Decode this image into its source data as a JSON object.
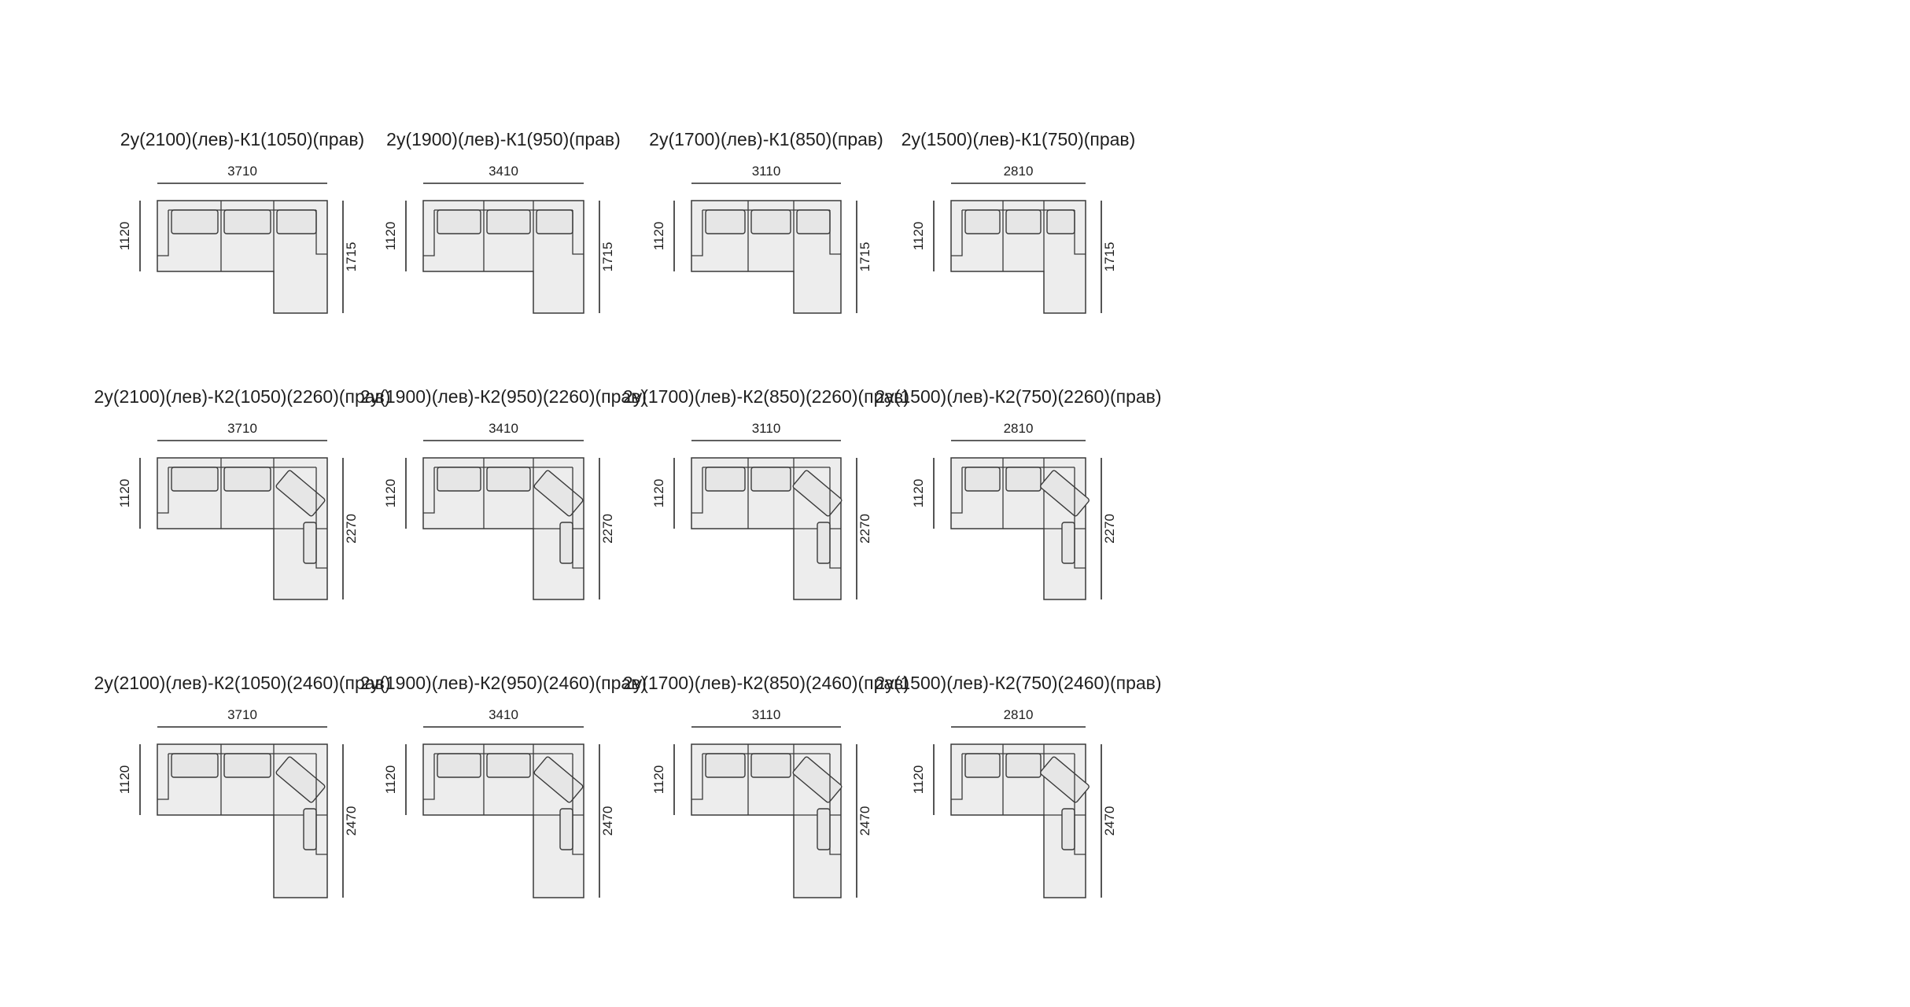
{
  "rows": [
    {
      "variant": "K1",
      "items": [
        {
          "title": "2у(2100)(лев)-К1(1050)(прав)",
          "width": "3710",
          "depth": "1120",
          "length": "1715"
        },
        {
          "title": "2у(1900)(лев)-К1(950)(прав)",
          "width": "3410",
          "depth": "1120",
          "length": "1715"
        },
        {
          "title": "2у(1700)(лев)-К1(850)(прав)",
          "width": "3110",
          "depth": "1120",
          "length": "1715"
        },
        {
          "title": "2у(1500)(лев)-К1(750)(прав)",
          "width": "2810",
          "depth": "1120",
          "length": "1715"
        }
      ]
    },
    {
      "variant": "K2",
      "items": [
        {
          "title": "2у(2100)(лев)-К2(1050)(2260)(прав)",
          "width": "3710",
          "depth": "1120",
          "length": "2270"
        },
        {
          "title": "2у(1900)(лев)-К2(950)(2260)(прав)",
          "width": "3410",
          "depth": "1120",
          "length": "2270"
        },
        {
          "title": "2у(1700)(лев)-К2(850)(2260)(прав)",
          "width": "3110",
          "depth": "1120",
          "length": "2270"
        },
        {
          "title": "2у(1500)(лев)-К2(750)(2260)(прав)",
          "width": "2810",
          "depth": "1120",
          "length": "2270"
        }
      ]
    },
    {
      "variant": "K2",
      "items": [
        {
          "title": "2у(2100)(лев)-К2(1050)(2460)(прав)",
          "width": "3710",
          "depth": "1120",
          "length": "2470"
        },
        {
          "title": "2у(1900)(лев)-К2(950)(2460)(прав)",
          "width": "3410",
          "depth": "1120",
          "length": "2470"
        },
        {
          "title": "2у(1700)(лев)-К2(850)(2460)(прав)",
          "width": "3110",
          "depth": "1120",
          "length": "2470"
        },
        {
          "title": "2у(1500)(лев)-К2(750)(2460)(прав)",
          "width": "2810",
          "depth": "1120",
          "length": "2470"
        }
      ]
    }
  ]
}
